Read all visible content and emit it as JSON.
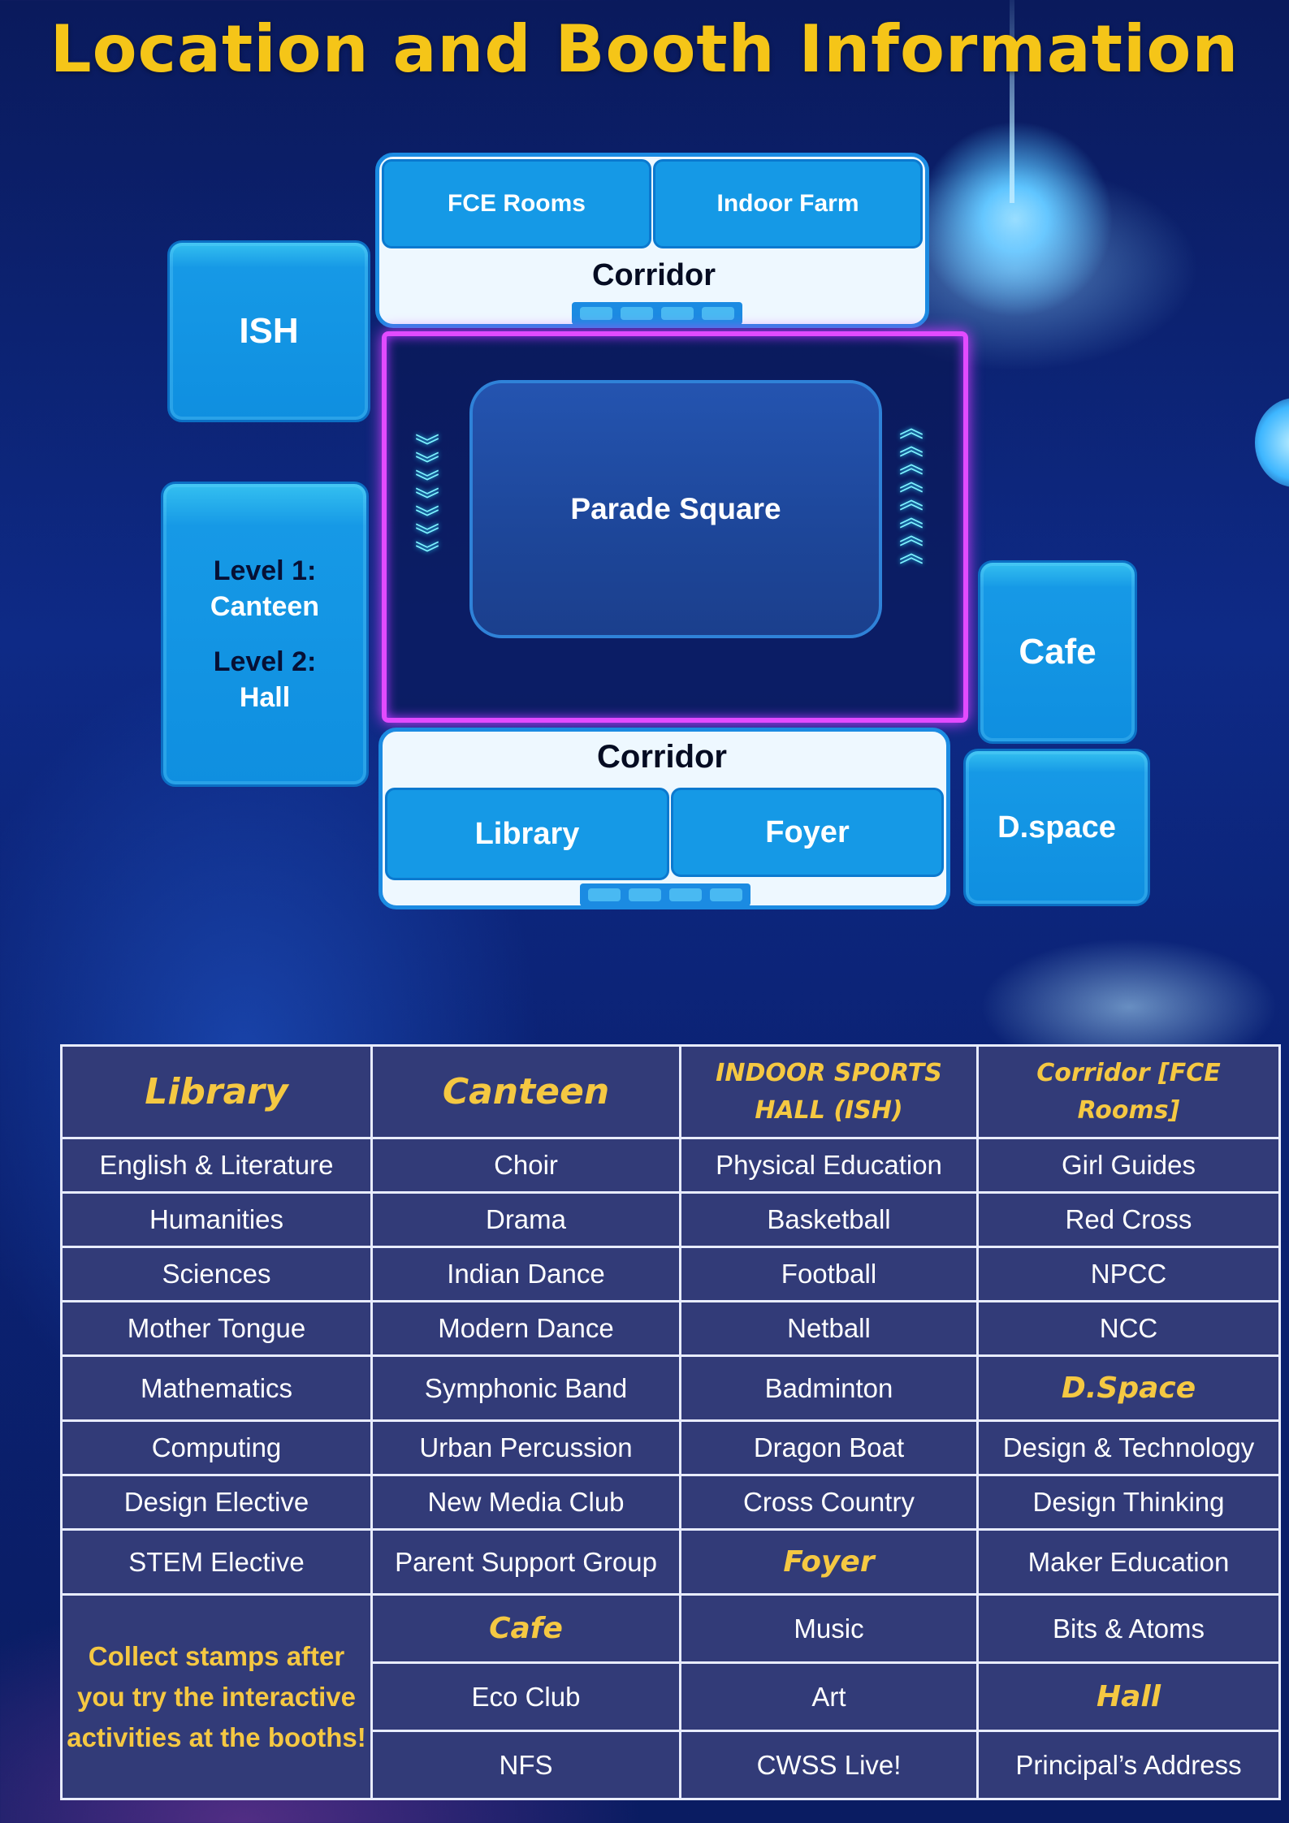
{
  "title": "Location and Booth Information",
  "map": {
    "ish": "ISH",
    "levels": {
      "level1_label": "Level 1:",
      "level1_value": "Canteen",
      "level2_label": "Level 2:",
      "level2_value": "Hall"
    },
    "top_corridor": {
      "room_left": "FCE Rooms",
      "room_right": "Indoor Farm",
      "label": "Corridor"
    },
    "parade_square": "Parade Square",
    "bottom_corridor": {
      "label": "Corridor",
      "room_left": "Library",
      "room_right": "Foyer"
    },
    "cafe": "Cafe",
    "dspace": "D.space"
  },
  "table": {
    "headers": [
      "Library",
      "Canteen",
      "INDOOR SPORTS HALL (ISH)",
      "Corridor [FCE Rooms]"
    ],
    "rows": [
      [
        "English & Literature",
        "Choir",
        "Physical Education",
        "Girl Guides"
      ],
      [
        "Humanities",
        "Drama",
        "Basketball",
        "Red Cross"
      ],
      [
        "Sciences",
        "Indian Dance",
        "Football",
        "NPCC"
      ],
      [
        "Mother Tongue",
        "Modern Dance",
        "Netball",
        "NCC"
      ],
      [
        "Mathematics",
        "Symphonic Band",
        "Badminton",
        "D.Space"
      ],
      [
        "Computing",
        "Urban Percussion",
        "Dragon Boat",
        "Design & Technology"
      ],
      [
        "Design Elective",
        "New Media Club",
        "Cross Country",
        "Design Thinking"
      ],
      [
        "STEM Elective",
        "Parent Support Group",
        "Foyer",
        "Maker Education"
      ]
    ],
    "note": "Collect stamps after you try the interactive activities at the booths!",
    "tail_rows": [
      [
        "Cafe",
        "Music",
        "Bits & Atoms"
      ],
      [
        "Eco Club",
        "Art",
        "Hall"
      ],
      [
        "NFS",
        "CWSS Live!",
        "Principal’s Address"
      ]
    ]
  }
}
